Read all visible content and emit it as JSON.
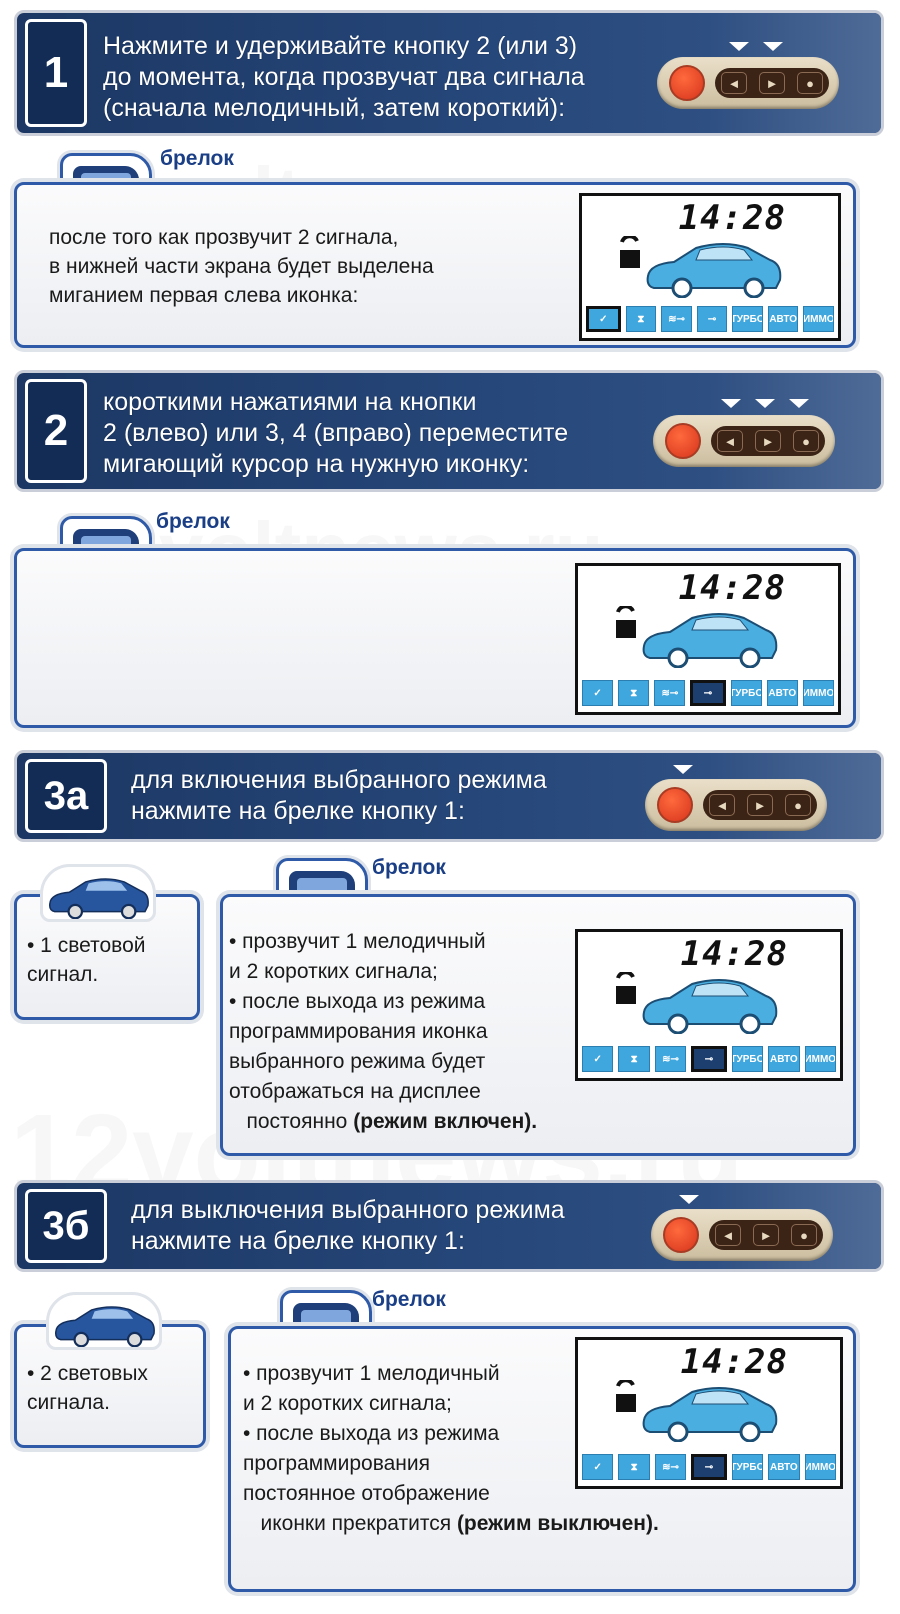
{
  "steps": [
    {
      "num": "1",
      "lines": [
        "Нажмите и удерживайте кнопку 2 (или 3)",
        "до момента, когда прозвучат два сигнала",
        "(сначала мелодичный, затем короткий):"
      ]
    },
    {
      "num": "2",
      "lines": [
        "короткими нажатиями на кнопки",
        "2 (влево) или 3, 4 (вправо) переместите",
        "мигающий курсор на нужную иконку:"
      ]
    },
    {
      "num": "3а",
      "lines": [
        "для включения выбранного режима",
        "нажмите на брелке кнопку 1:"
      ]
    },
    {
      "num": "3б",
      "lines": [
        "для выключения выбранного режима",
        "нажмите на брелке кнопку 1:"
      ]
    }
  ],
  "fob_label": "брелок",
  "fob_buttons": [
    "◄",
    "►",
    "●"
  ],
  "lcd": {
    "time": "14:28",
    "icons": [
      "✓",
      "⧗",
      "≋⊸",
      "⊸",
      "ТУРБО",
      "АВТО",
      "ИММО"
    ]
  },
  "panel1_lines": [
    "после того как прозвучит 2 сигнала,",
    "в нижней части экрана будет выделена",
    "миганием первая слева иконка:"
  ],
  "panel3a": {
    "car_text": [
      "• 1 световой",
      "   сигнал."
    ],
    "fob_lines": [
      "• прозвучит 1 мелодичный",
      "   и 2 коротких  сигнала;",
      "• после выхода из режима",
      "   программирования иконка",
      "   выбранного режима будет",
      "   отображаться на дисплее"
    ],
    "last_plain": "   постоянно ",
    "last_bold": "(режим включен)."
  },
  "panel3b": {
    "car_text": [
      "• 2 световых",
      "   сигнала."
    ],
    "fob_lines": [
      "• прозвучит 1 мелодичный",
      "   и 2 коротких  сигнала;",
      "• после выхода из режима",
      "   программирования",
      "   постоянное отображение"
    ],
    "last_plain": "   иконки прекратится ",
    "last_bold": "(режим выключен)."
  },
  "watermark": "12voltnews.ru",
  "colors": {
    "accent": "#2e5aa8",
    "step_bg": "#1c3763",
    "lcd_icon": "#3fa7dd",
    "label": "#1b3f86"
  }
}
